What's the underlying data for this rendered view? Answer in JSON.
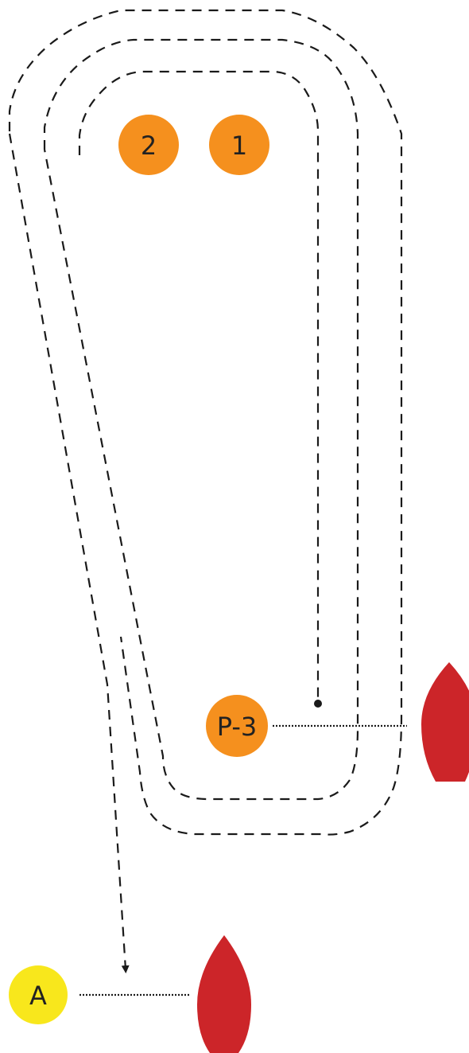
{
  "colors": {
    "mark_orange": "#f5901e",
    "mark_yellow": "#f8e71c",
    "buoy_red": "#cc2529",
    "line": "#1a1a1a",
    "text": "#222222"
  },
  "marks": {
    "mark_2": "2",
    "mark_1": "1",
    "mark_p3": "P-3",
    "mark_a": "A"
  },
  "icons": {
    "buoy": "red-spar-buoy-icon"
  }
}
